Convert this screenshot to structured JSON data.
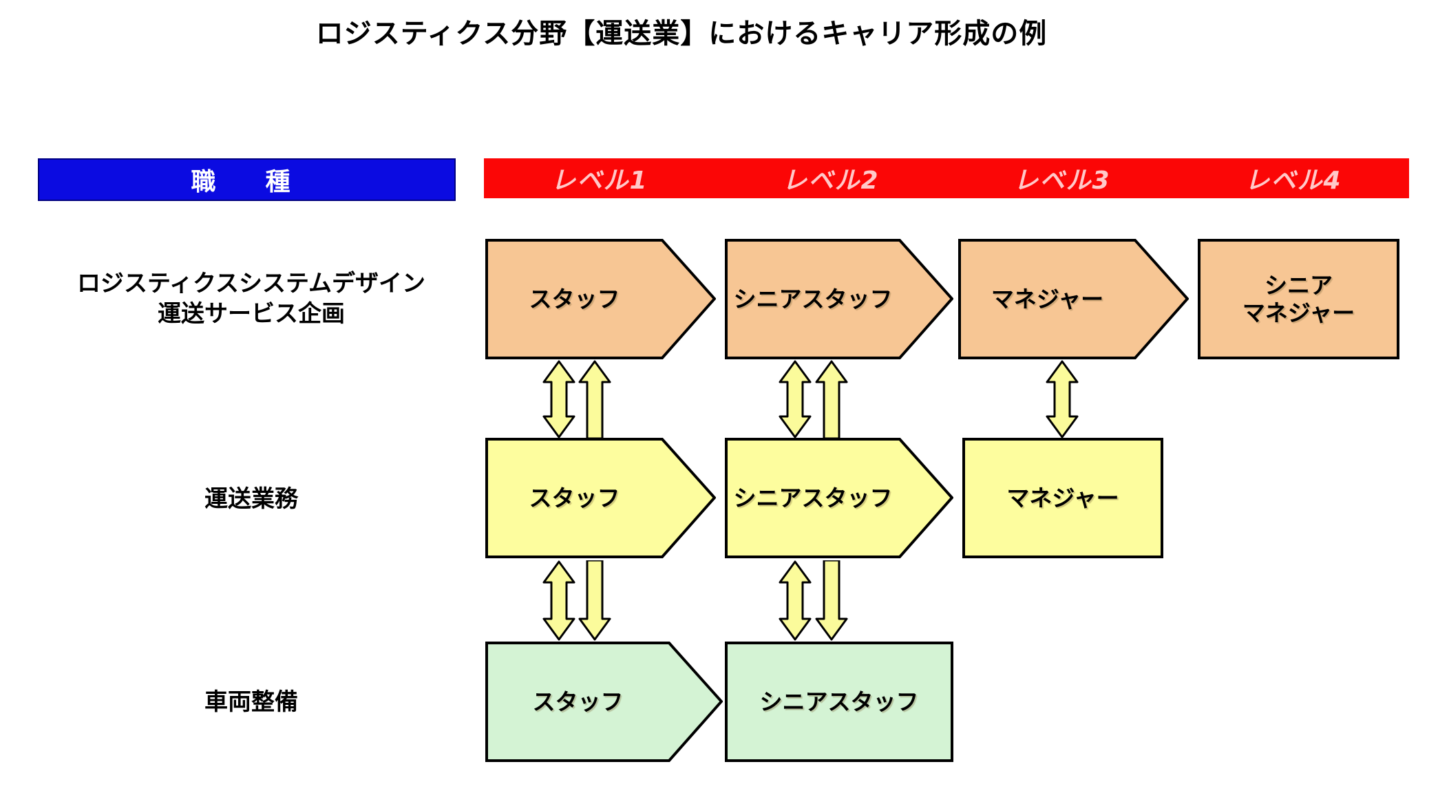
{
  "title": "ロジスティクス分野【運送業】におけるキャリア形成の例",
  "header": {
    "job_type": "職　種",
    "levels": [
      "レベル1",
      "レベル2",
      "レベル3",
      "レベル4"
    ]
  },
  "rows": [
    {
      "label": "ロジスティクスシステムデザイン\n運送サービス企画",
      "boxes": [
        "スタッフ",
        "シニアスタッフ",
        "マネジャー",
        "シニア\nマネジャー"
      ]
    },
    {
      "label": "運送業務",
      "boxes": [
        "スタッフ",
        "シニアスタッフ",
        "マネジャー"
      ]
    },
    {
      "label": "車両整備",
      "boxes": [
        "スタッフ",
        "シニアスタッフ"
      ]
    }
  ],
  "colors": {
    "header_left_bg": "#0b0be1",
    "header_left_text": "#ffffff",
    "header_right_bg": "#fb0606",
    "header_right_text": "#ffc9c9",
    "row1_fill": "#f7c694",
    "row2_fill": "#fdfd9e",
    "row3_fill": "#d4f3d4",
    "connector_fill": "#fbfb9b",
    "outline": "#000000"
  }
}
